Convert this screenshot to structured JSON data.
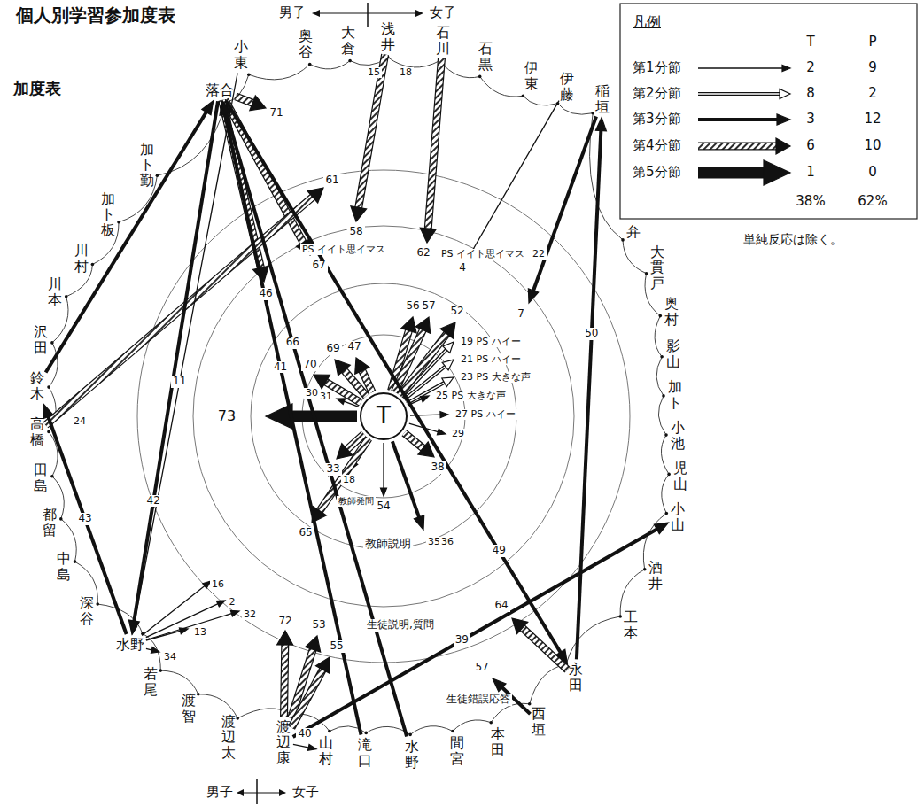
{
  "diagram": {
    "title": "個人別学習参加度表",
    "nodes": [
      {
        "text": [
          "T"
        ]
      },
      {
        "text": [
          "落合"
        ]
      },
      {
        "text": [
          "小東"
        ]
      },
      {
        "text": [
          "奥谷"
        ]
      },
      {
        "text": [
          "大倉"
        ]
      },
      {
        "text": [
          "浅井"
        ]
      },
      {
        "text": [
          "石川"
        ]
      },
      {
        "text": [
          "石黒"
        ]
      },
      {
        "text": [
          "伊東"
        ]
      },
      {
        "text": [
          "伊藤"
        ]
      },
      {
        "text": [
          "稲垣"
        ]
      },
      {
        "text": [
          "弁"
        ]
      },
      {
        "text": [
          "大貫戸"
        ]
      },
      {
        "text": [
          "奥村"
        ]
      },
      {
        "text": [
          "影山"
        ]
      },
      {
        "text": [
          "加ト"
        ]
      },
      {
        "text": [
          "小池"
        ]
      },
      {
        "text": [
          "児山"
        ]
      },
      {
        "text": [
          "小山"
        ]
      },
      {
        "text": [
          "酒井"
        ]
      },
      {
        "text": [
          "工本"
        ]
      },
      {
        "text": [
          "永田"
        ]
      },
      {
        "text": [
          "西垣"
        ]
      },
      {
        "text": [
          "本田"
        ]
      },
      {
        "text": [
          "間宮"
        ]
      },
      {
        "text": [
          "水野"
        ]
      },
      {
        "text": [
          "滝口"
        ]
      },
      {
        "text": [
          "山村"
        ]
      },
      {
        "text": [
          "渡辺康"
        ]
      },
      {
        "text": [
          "渡辺太"
        ]
      },
      {
        "text": [
          "渡智"
        ]
      },
      {
        "text": [
          "若尾"
        ]
      },
      {
        "text": [
          "水野"
        ]
      },
      {
        "text": [
          "深谷"
        ]
      },
      {
        "text": [
          "中島"
        ]
      },
      {
        "text": [
          "都留"
        ]
      },
      {
        "text": [
          "田島"
        ]
      },
      {
        "text": [
          "高橋"
        ]
      },
      {
        "text": [
          "鈴木"
        ]
      },
      {
        "text": [
          "沢田"
        ]
      },
      {
        "text": [
          "川本"
        ]
      },
      {
        "text": [
          "川村"
        ]
      },
      {
        "text": [
          "加ト板"
        ]
      },
      {
        "text": [
          "加ト勤"
        ]
      }
    ],
    "edges": [
      {
        "from": 38,
        "to": 1,
        "arrow": "to"
      },
      {
        "from": 32,
        "to": 38,
        "arrow": "to",
        "label": "43"
      },
      {
        "from": 1,
        "to": 32,
        "arrow": "to",
        "label": "42"
      },
      {
        "from": 2,
        "to": 32,
        "arrow": "to",
        "label": "11"
      },
      {
        "from": 26,
        "to": 1,
        "arrow": "to",
        "label": "41"
      },
      {
        "from": 25,
        "to": 1,
        "arrow": "to",
        "label": "66"
      },
      {
        "from": 1,
        "to": 21,
        "arrow": "to",
        "label": "49"
      },
      {
        "from": 21,
        "to": 10,
        "arrow": "to",
        "label": "50"
      },
      {
        "from": 28,
        "to": 18,
        "arrow": "to",
        "label": "39"
      },
      {
        "from": 28,
        "to": 27,
        "arrow": "to",
        "label": "40"
      }
    ],
    "labels": [
      "加度表",
      "男子",
      "女子",
      "男子",
      "女子",
      "凡例",
      "T",
      "P",
      "2",
      "9",
      "8",
      "2",
      "3",
      "12",
      "6",
      "10",
      "1",
      "0",
      "38%",
      "62%",
      "単純反応は除く。",
      "71",
      "67",
      "46",
      "15",
      "18",
      "58",
      "PS イイト思イマス",
      "62",
      "PS イイト思イマス",
      "22",
      "61",
      "24",
      "4",
      "7",
      "19 PS ハイー",
      "21 PS ハイー",
      "23 PS 大きな声",
      "25 PS 大きな声",
      "27 PS ハイー",
      "29",
      "70",
      "69",
      "47",
      "30",
      "31",
      "56",
      "57",
      "52",
      "33",
      "18",
      "教師発問",
      "38",
      "54",
      "65",
      "教師説明",
      "35",
      "36",
      "73",
      "16",
      "2",
      "32",
      "13",
      "34",
      "72",
      "53",
      "55",
      "57",
      "64",
      "生徒説明,質問",
      "生徒錯誤応答"
    ],
    "legend": [
      {
        "text": "第1分節"
      },
      {
        "text": "第2分節"
      },
      {
        "text": "第3分節"
      },
      {
        "text": "第4分節"
      },
      {
        "text": "第5分節"
      }
    ]
  }
}
